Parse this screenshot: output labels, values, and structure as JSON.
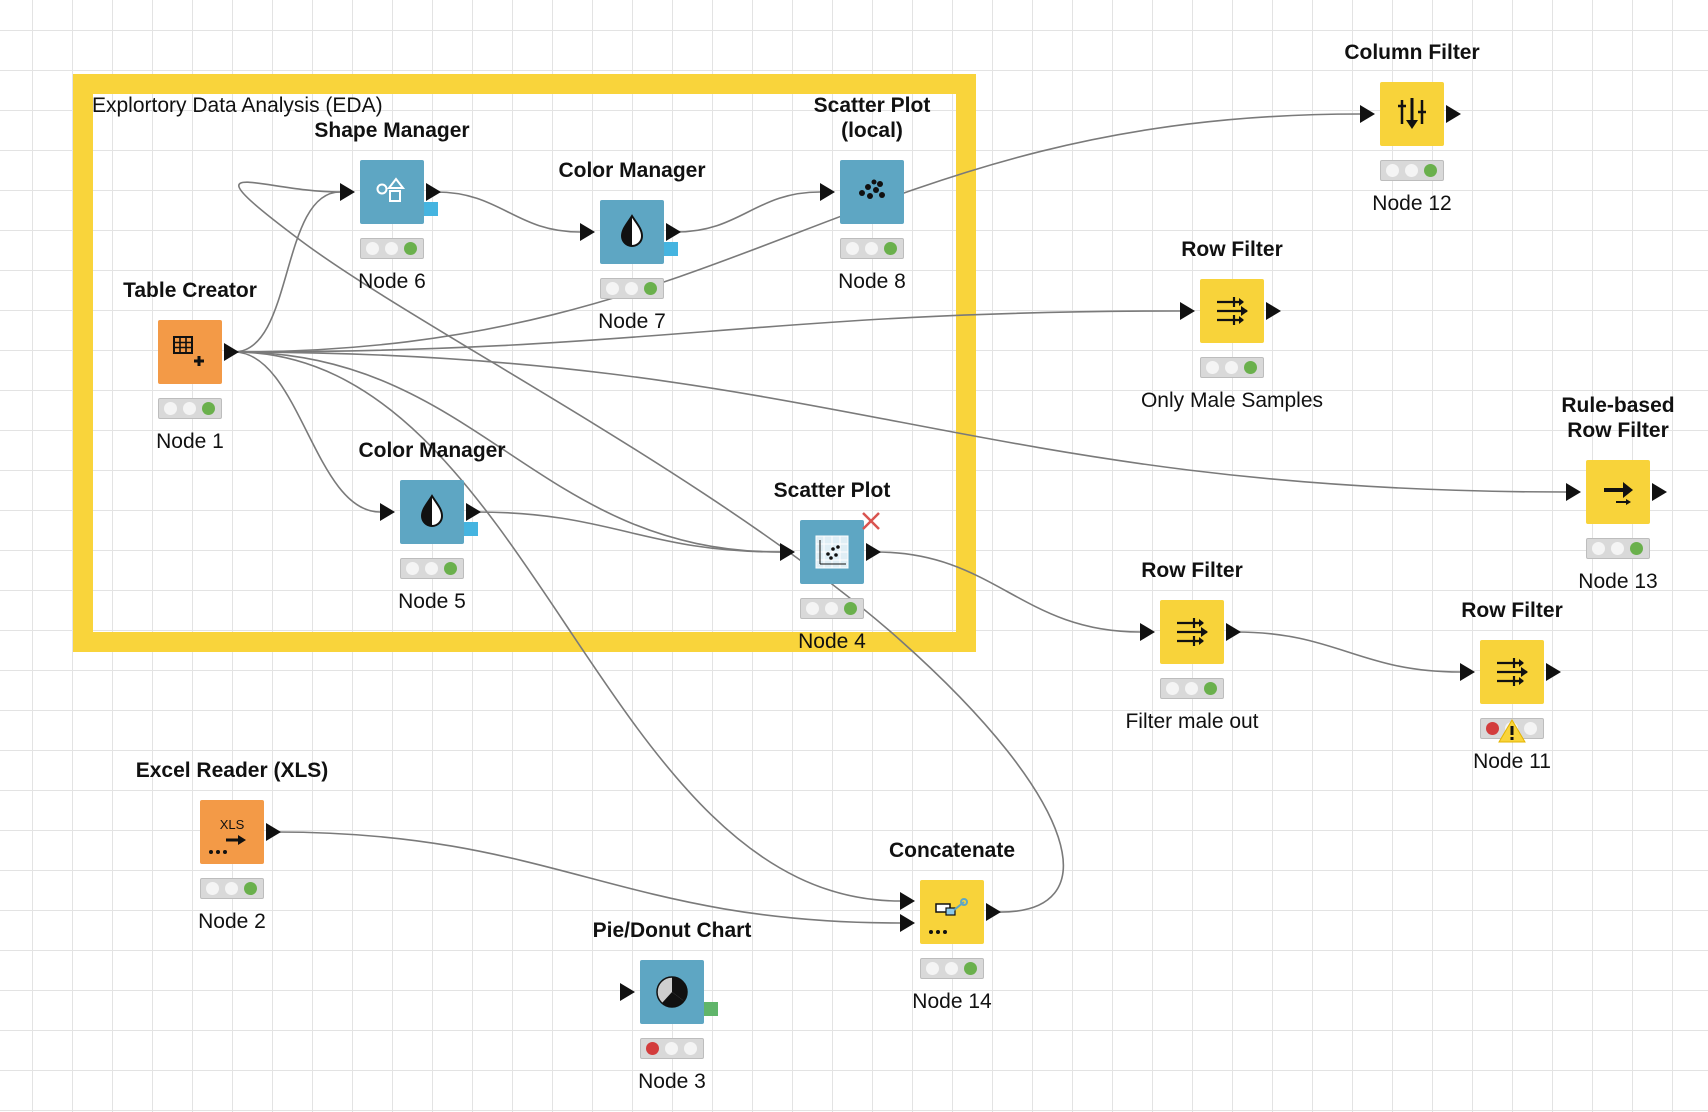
{
  "annotation": {
    "text": "Explortory Data Analysis (EDA)",
    "border_color": "#f9d43b"
  },
  "colors": {
    "source": "#f39a47",
    "viz": "#5ea6c3",
    "manipulator": "#f8d33a",
    "edge": "#7a7a7a",
    "light_green": "#6ab04c",
    "light_red": "#d33c3c",
    "flow_blue": "#45b4e0",
    "flow_green": "#60b56a"
  },
  "nodes": {
    "n1": {
      "title": "Table Creator",
      "label": "Node 1",
      "type": "source",
      "icon": "table-plus-icon",
      "status": "green"
    },
    "n6": {
      "title": "Shape Manager",
      "label": "Node 6",
      "type": "viz",
      "icon": "shapes-icon",
      "status": "green"
    },
    "n7": {
      "title": "Color Manager",
      "label": "Node 7",
      "type": "viz",
      "icon": "color-drop-icon",
      "status": "green"
    },
    "n8": {
      "title": "Scatter Plot\n(local)",
      "label": "Node 8",
      "type": "viz",
      "icon": "scatter-dots-icon",
      "status": "green"
    },
    "n5": {
      "title": "Color Manager",
      "label": "Node 5",
      "type": "viz",
      "icon": "color-drop-icon",
      "status": "green"
    },
    "n4": {
      "title": "Scatter Plot",
      "label": "Node 4",
      "type": "viz",
      "icon": "scatter-grid-icon",
      "status": "green"
    },
    "n12": {
      "title": "Column Filter",
      "label": "Node 12",
      "type": "manipulator",
      "icon": "column-filter-icon",
      "status": "green"
    },
    "nrf": {
      "title": "Row Filter",
      "label": "Only Male Samples",
      "type": "manipulator",
      "icon": "row-filter-icon",
      "status": "green"
    },
    "n13": {
      "title": "Rule-based\nRow Filter",
      "label": "Node 13",
      "type": "manipulator",
      "icon": "rule-filter-icon",
      "status": "green"
    },
    "nfm": {
      "title": "Row Filter",
      "label": "Filter male out",
      "type": "manipulator",
      "icon": "row-filter-icon",
      "status": "green"
    },
    "n11": {
      "title": "Row Filter",
      "label": "Node 11",
      "type": "manipulator",
      "icon": "row-filter-icon",
      "status": "warning"
    },
    "n2": {
      "title": "Excel Reader (XLS)",
      "label": "Node 2",
      "type": "source",
      "icon": "xls-reader-icon",
      "icon_text": "XLS",
      "status": "green"
    },
    "n14": {
      "title": "Concatenate",
      "label": "Node 14",
      "type": "manipulator",
      "icon": "concatenate-icon",
      "status": "green"
    },
    "n3": {
      "title": "Pie/Donut Chart",
      "label": "Node 3",
      "type": "viz",
      "icon": "pie-chart-icon",
      "status": "red"
    }
  },
  "connections": [
    [
      "n1",
      "n6"
    ],
    [
      "n6",
      "n7"
    ],
    [
      "n7",
      "n8"
    ],
    [
      "n1",
      "n12"
    ],
    [
      "n1",
      "nrf"
    ],
    [
      "n1",
      "n13"
    ],
    [
      "n1",
      "n5"
    ],
    [
      "n1",
      "n4"
    ],
    [
      "n5",
      "n4"
    ],
    [
      "n4",
      "nfm"
    ],
    [
      "nfm",
      "n11"
    ],
    [
      "n1",
      "n14"
    ],
    [
      "n2",
      "n14"
    ],
    [
      "n14",
      "n6"
    ]
  ]
}
